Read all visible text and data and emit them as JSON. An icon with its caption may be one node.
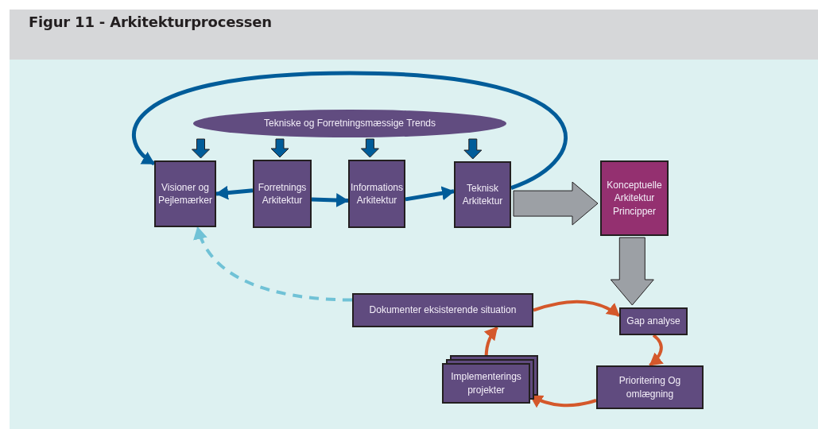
{
  "diagram": {
    "title": "Figur 11 - Arkitekturprocessen",
    "nodes": [
      {
        "text": [
          "Tekniske og Forretningsmæssige Trends"
        ]
      },
      {
        "text": [
          "Visioner og Pejlemærker"
        ]
      },
      {
        "text": [
          "Forretnings Arkitektur"
        ]
      },
      {
        "text": [
          "Informations Arkitektur"
        ]
      },
      {
        "text": [
          "Teknisk Arkitektur"
        ]
      },
      {
        "text": [
          "Konceptuelle Arkitektur Principper"
        ]
      },
      {
        "text": [
          "Dokumenter eksisterende situation"
        ]
      },
      {
        "text": [
          "Gap analyse"
        ]
      },
      {
        "text": [
          "Prioritering Og omlægning"
        ]
      },
      {
        "text": [
          "Implementerings projekter"
        ]
      }
    ],
    "edges": [
      {
        "from": 0,
        "to": 1,
        "arrow": "to",
        "style": "thick"
      },
      {
        "from": 0,
        "to": 2,
        "arrow": "to",
        "style": "thick"
      },
      {
        "from": 0,
        "to": 3,
        "arrow": "to",
        "style": "thick"
      },
      {
        "from": 0,
        "to": 4,
        "arrow": "to",
        "style": "thick"
      },
      {
        "from": 2,
        "to": 1,
        "arrow": "to"
      },
      {
        "from": 2,
        "to": 3,
        "arrow": "to"
      },
      {
        "from": 3,
        "to": 4,
        "arrow": "to"
      },
      {
        "from": 4,
        "to": 1,
        "arrow": "to"
      },
      {
        "from": 4,
        "to": 5,
        "arrow": "to",
        "style": "thick",
        "color": "#9ca0a5"
      },
      {
        "from": 5,
        "to": 7,
        "arrow": "to",
        "style": "thick",
        "color": "#9ca0a5"
      },
      {
        "from": 6,
        "to": 7,
        "arrow": "to",
        "color": "#d4582b"
      },
      {
        "from": 7,
        "to": 8,
        "arrow": "to",
        "color": "#d4582b"
      },
      {
        "from": 8,
        "to": 9,
        "arrow": "to",
        "color": "#d4582b"
      },
      {
        "from": 9,
        "to": 6,
        "arrow": "to",
        "color": "#d4582b"
      },
      {
        "from": 6,
        "to": 1,
        "arrow": "to",
        "style": "dashed",
        "color": "#70c2d6"
      }
    ]
  }
}
